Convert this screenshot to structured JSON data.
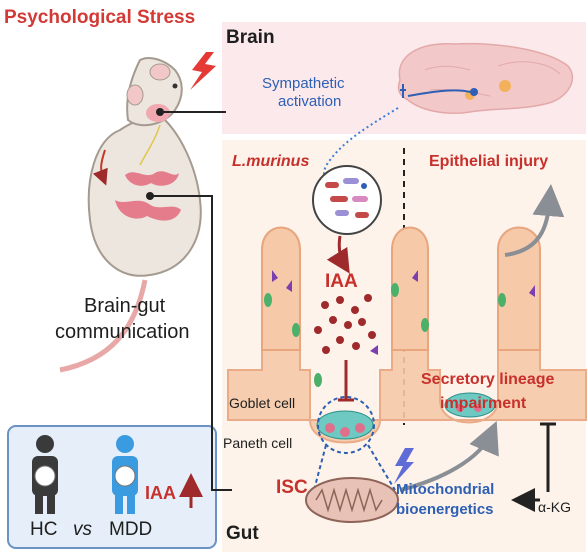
{
  "title": "Psychological Stress",
  "labels": {
    "brain": "Brain",
    "gut": "Gut",
    "sympathetic_line1": "Sympathetic",
    "sympathetic_line2": "activation",
    "lmurinus": "L.murinus",
    "epithelial_injury": "Epithelial injury",
    "iaa": "IAA",
    "secretory_line1": "Secretory lineage",
    "secretory_line2": "impairment",
    "goblet": "Goblet cell",
    "paneth": "Paneth cell",
    "isc": "ISC",
    "mito_line1": "Mitochondrial",
    "mito_line2": "bioenergetics",
    "akg": "α-KG",
    "brain_gut_line1": "Brain-gut",
    "brain_gut_line2": "communication"
  },
  "legend": {
    "hc": "HC",
    "vs": "vs",
    "mdd": "MDD",
    "iaa": "IAA"
  },
  "colors": {
    "title_red": "#d33a36",
    "brain_panel": "#fbe9ec",
    "gut_panel": "#fdf3ea",
    "legend_panel": "#e6eff9",
    "villus": "#f6c9a8",
    "blue": "#2d5fb4",
    "dark_red": "#9e2a2b"
  }
}
